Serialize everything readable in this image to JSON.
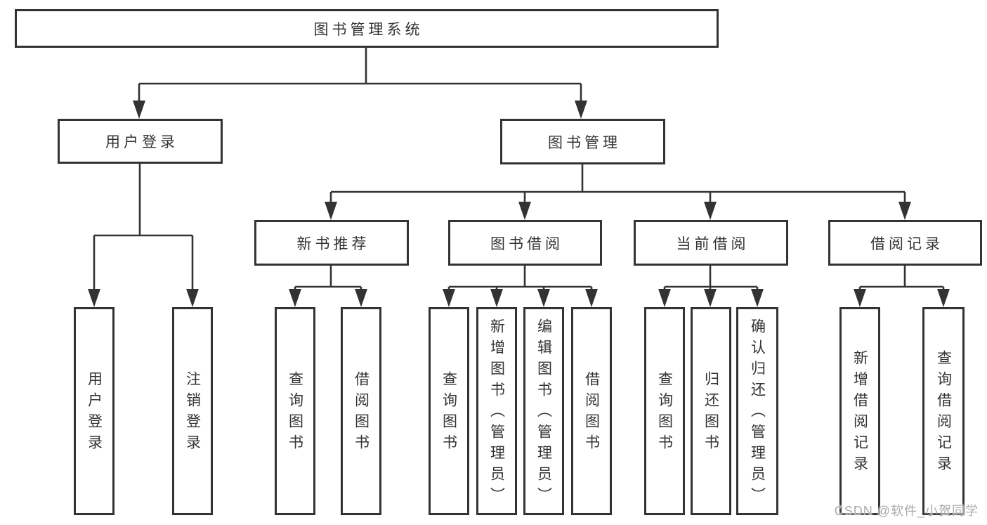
{
  "tree": {
    "root": "图书管理系统",
    "children": [
      {
        "label": "用户登录",
        "children": [
          {
            "label": "用户登录"
          },
          {
            "label": "注销登录"
          }
        ]
      },
      {
        "label": "图书管理",
        "children": [
          {
            "label": "新书推荐",
            "children": [
              {
                "label": "查询图书"
              },
              {
                "label": "借阅图书"
              }
            ]
          },
          {
            "label": "图书借阅",
            "children": [
              {
                "label": "查询图书"
              },
              {
                "label": "新增图书（管理员）"
              },
              {
                "label": "编辑图书（管理员）"
              },
              {
                "label": "借阅图书"
              }
            ]
          },
          {
            "label": "当前借阅",
            "children": [
              {
                "label": "查询图书"
              },
              {
                "label": "归还图书"
              },
              {
                "label": "确认归还（管理员）"
              }
            ]
          },
          {
            "label": "借阅记录",
            "children": [
              {
                "label": "新增借阅记录"
              },
              {
                "label": "查询借阅记录"
              }
            ]
          }
        ]
      }
    ]
  },
  "watermark": {
    "text": "CSDN @软件_小贺同学"
  },
  "colors": {
    "line": "#333333",
    "text": "#333333",
    "box-fill": "#ffffff",
    "watermark": "#ababab"
  }
}
